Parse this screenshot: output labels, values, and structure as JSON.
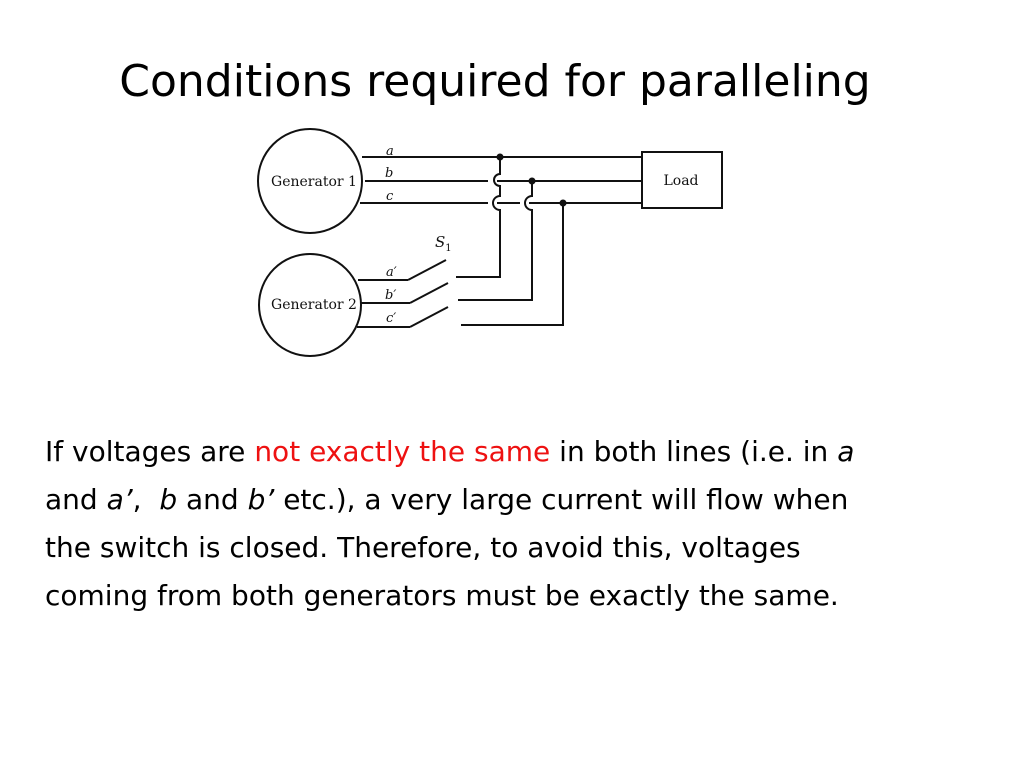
{
  "slide": {
    "title": "Conditions required for paralleling",
    "accent_color": "#ee1111"
  },
  "diagram": {
    "generator1_label": "Generator 1",
    "generator2_label": "Generator 2",
    "load_label": "Load",
    "switch_label": "S",
    "switch_subscript": "1",
    "line_a": "a",
    "line_b": "b",
    "line_c": "c",
    "line_a_prime": "a′",
    "line_b_prime": "b′",
    "line_c_prime": "c′"
  },
  "body": {
    "line1_pre": "If voltages are ",
    "line1_red": "not exactly the same",
    "line1_post": " in both lines (i.e. in ",
    "line1_var": "a",
    "line2_pre": "and ",
    "line2_var1": "a’",
    "line2_sep": ",  ",
    "line2_var2": "b",
    "line2_mid": " and ",
    "line2_var3": "b’",
    "line2_post": " etc.), a very large current will flow when",
    "line3": "the switch is closed. Therefore, to avoid this, voltages",
    "line4": "coming from both generators must be exactly the same."
  }
}
